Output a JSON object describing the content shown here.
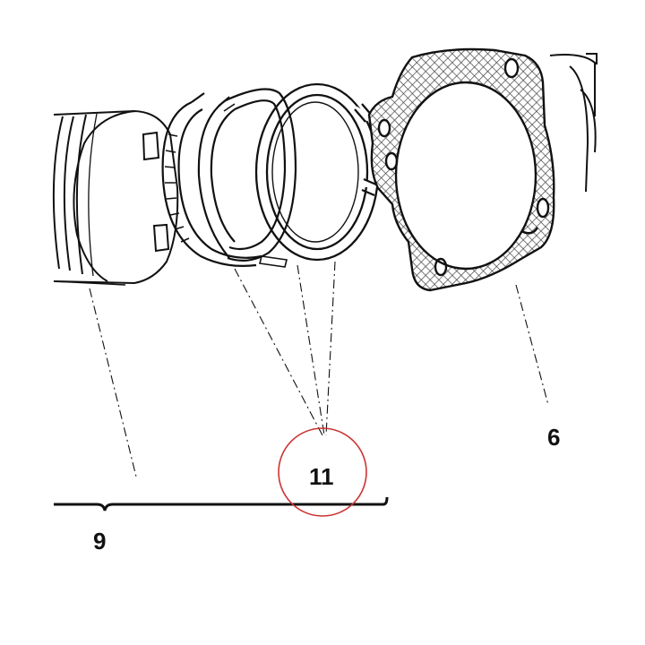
{
  "diagram": {
    "type": "exploded-parts-illustration",
    "callouts": {
      "label_9": "9",
      "label_6": "6",
      "label_11": "11"
    },
    "highlight": {
      "target": "label_11",
      "shape": "circle",
      "color": "#cc3333"
    },
    "colors": {
      "line": "#111111",
      "hatch": "#555555",
      "background": "#ffffff"
    }
  }
}
